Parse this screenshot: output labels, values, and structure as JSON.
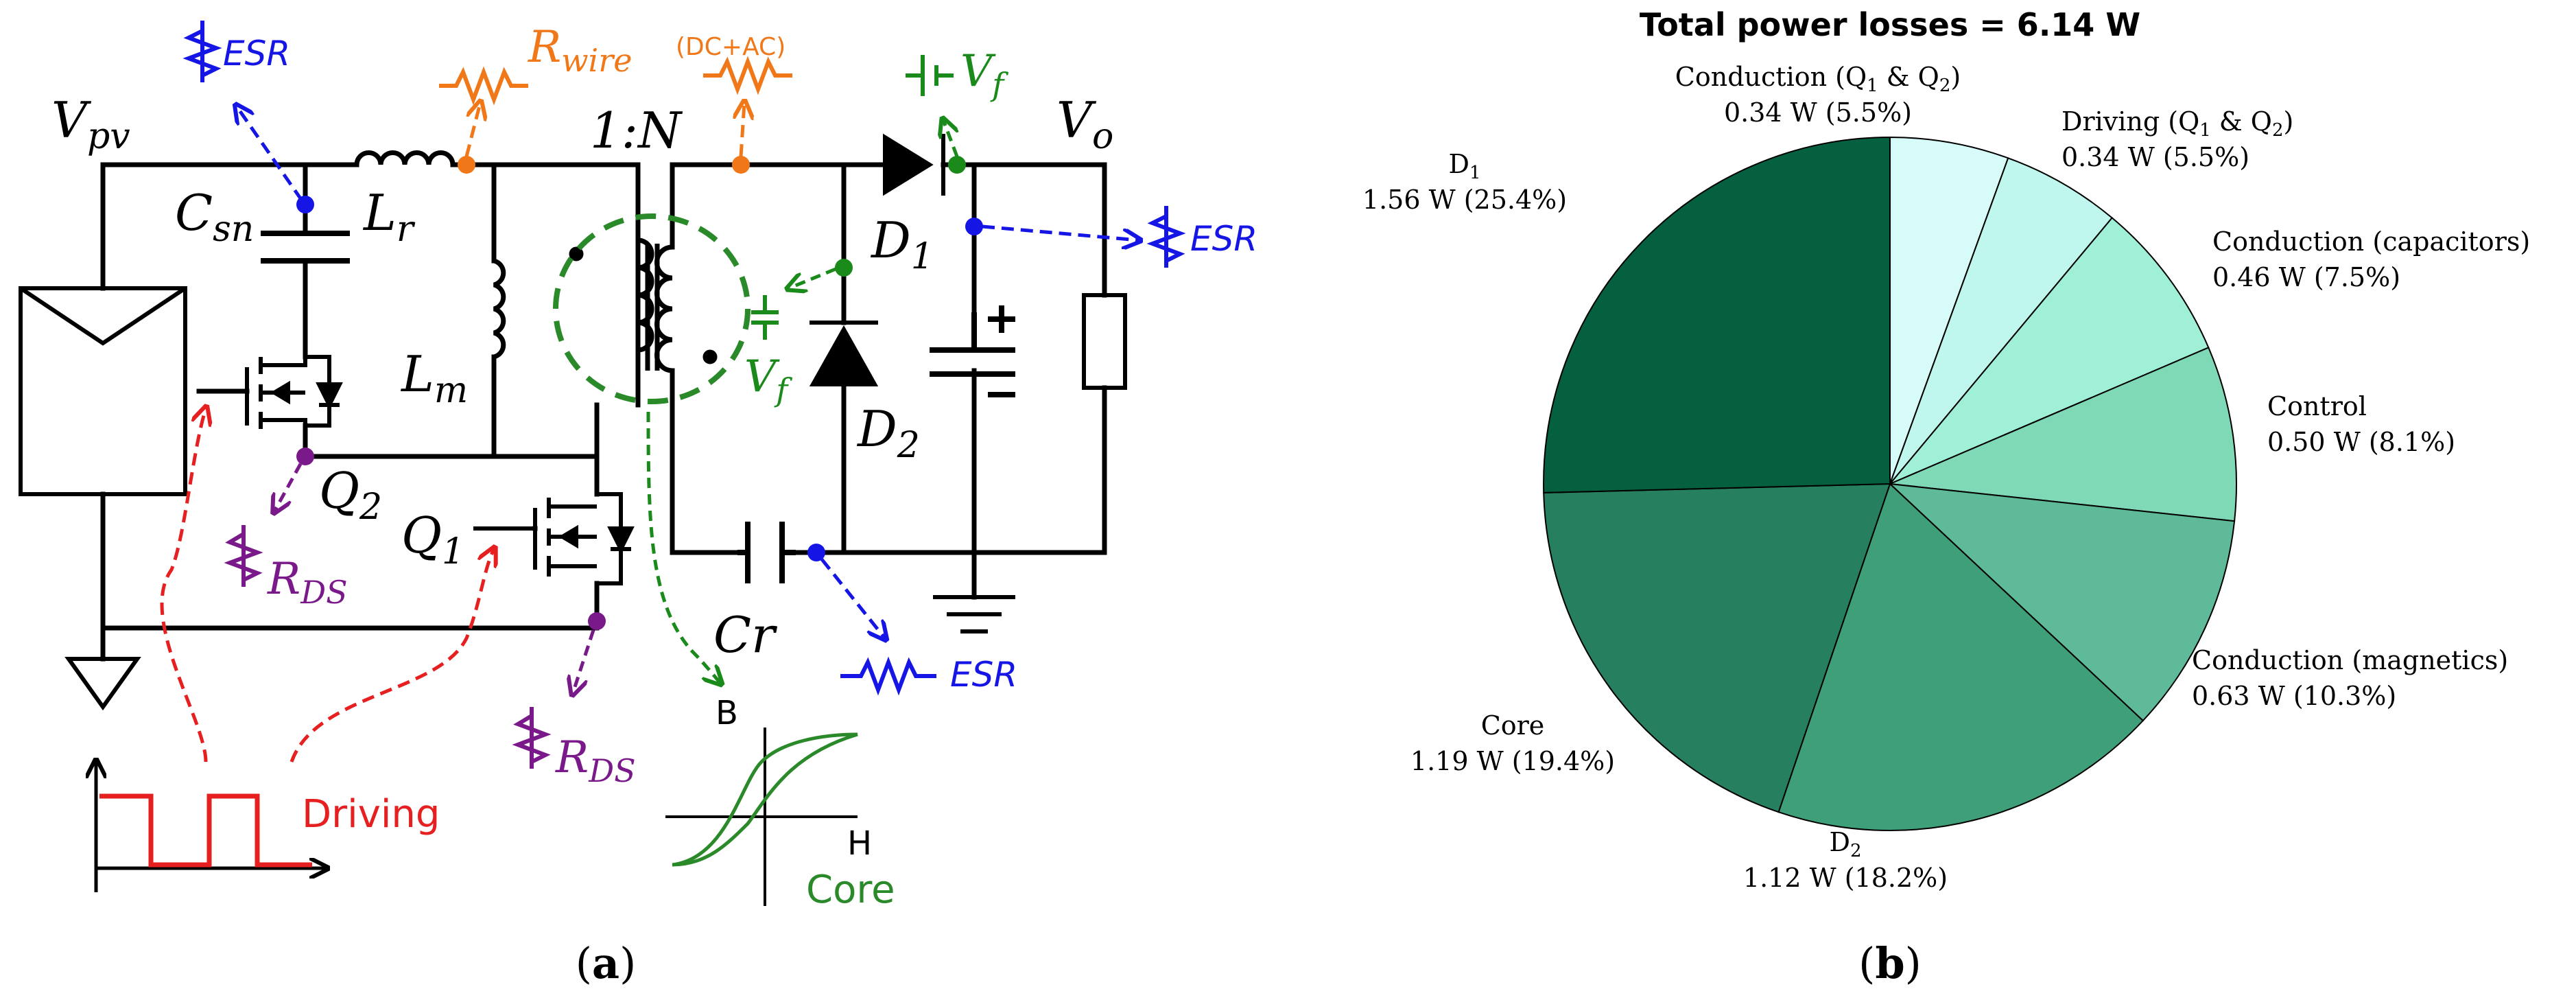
{
  "panel_a": {
    "caption_open": "(",
    "caption_letter": "a",
    "caption_close": ")",
    "labels": {
      "vpv": "V",
      "vpv_sub": "pv",
      "esr": "ESR",
      "rwire": "R",
      "rwire_sub": "wire",
      "rwire_note": "(DC+AC)",
      "ratio": "1:N",
      "vf": "V",
      "vf_sub": "f",
      "vo": "V",
      "vo_sub": "o",
      "csn": "C",
      "csn_sub": "sn",
      "lr": "L",
      "lr_sub": "r",
      "lm": "L",
      "lm_sub": "m",
      "d1": "D",
      "d1_sub": "1",
      "d2": "D",
      "d2_sub": "2",
      "q1": "Q",
      "q1_sub": "1",
      "q2": "Q",
      "q2_sub": "2",
      "rds": "R",
      "rds_sub": "DS",
      "cr": "Cr",
      "driving": "Driving",
      "b_axis": "B",
      "h_axis": "H",
      "core": "Core"
    },
    "colors": {
      "esr": "#1515e6",
      "rwire": "#f07818",
      "vf": "#1a8a1a",
      "rds": "#7a1a8a",
      "driving": "#e62020",
      "core": "#2a8a2a",
      "wire": "#000000"
    }
  },
  "panel_b": {
    "caption_open": "(",
    "caption_letter": "b",
    "caption_close": ")",
    "chart_data": {
      "type": "pie",
      "title": "Total power losses = 6.14 W",
      "slices": [
        {
          "name": "Conduction (Q",
          "name_sub1": "1",
          "name_mid": " & Q",
          "name_sub2": "2",
          "name_end": ")",
          "value_label": "0.34 W (5.5%)",
          "value": 0.34,
          "percent": 5.5,
          "color": "#d7fbf8"
        },
        {
          "name": "Driving (Q",
          "name_sub1": "1",
          "name_mid": " & Q",
          "name_sub2": "2",
          "name_end": ")",
          "value_label": "0.34 W (5.5%)",
          "value": 0.34,
          "percent": 5.5,
          "color": "#bff6ed"
        },
        {
          "name": "Conduction (capacitors)",
          "value_label": "0.46 W (7.5%)",
          "value": 0.46,
          "percent": 7.5,
          "color": "#a0f0d8"
        },
        {
          "name": "Control",
          "value_label": "0.50 W (8.1%)",
          "value": 0.5,
          "percent": 8.1,
          "color": "#7fd8b6"
        },
        {
          "name": "Conduction (magnetics)",
          "value_label": "0.63 W (10.3%)",
          "value": 0.63,
          "percent": 10.3,
          "color": "#5eba98"
        },
        {
          "name": "D",
          "name_sub1": "2",
          "value_label": "1.12 W (18.2%)",
          "value": 1.12,
          "percent": 18.2,
          "color": "#3f9f78"
        },
        {
          "name": "Core",
          "value_label": "1.19 W (19.4%)",
          "value": 1.19,
          "percent": 19.4,
          "color": "#268060"
        },
        {
          "name": "D",
          "name_sub1": "1",
          "value_label": "1.56 W (25.4%)",
          "value": 1.56,
          "percent": 25.4,
          "color": "#056040"
        }
      ],
      "start_angle": "12 o'clock",
      "direction": "clockwise"
    }
  }
}
